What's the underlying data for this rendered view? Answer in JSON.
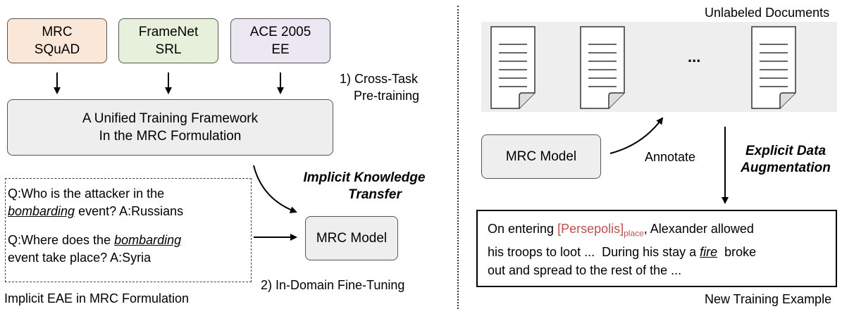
{
  "sources": [
    {
      "line1": "MRC",
      "line2": "SQuAD",
      "fill": "#fbe7d8"
    },
    {
      "line1": "FrameNet",
      "line2": "SRL",
      "fill": "#e6f0da"
    },
    {
      "line1": "ACE 2005",
      "line2": "EE",
      "fill": "#ece8f3"
    }
  ],
  "pretrain": {
    "line1": "1) Cross-Task",
    "line2": "Pre-training"
  },
  "unified": {
    "line1": "A Unified Training Framework",
    "line2": "In the MRC Formulation"
  },
  "implicit": {
    "line1": "Implicit Knowledge",
    "line2": "Transfer"
  },
  "qa": {
    "q1_prefix": "Q:Who is the attacker in the",
    "q1_trigger": "bombarding",
    "q1_suffix": " event? A:Russians",
    "q2_prefix": "Q:Where does the ",
    "q2_trigger": "bombarding",
    "q2_line2": "event take place? A:Syria"
  },
  "eae_caption": "Implicit EAE in MRC Formulation",
  "mrc_model_left": "MRC Model",
  "finetune": "2) In-Domain Fine-Tuning",
  "unlabeled": "Unlabeled Documents",
  "ellipsis": "...",
  "mrc_model_right": "MRC Model",
  "annotate": "Annotate",
  "explicit": {
    "line1": "Explicit Data",
    "line2": "Augmentation"
  },
  "example": {
    "pre": "On entering ",
    "entity": "[Persepolis]",
    "role": "place",
    "line1_rest": ", Alexander allowed",
    "line2_pre": "his troops to loot ...  During his stay a ",
    "trigger": "fire",
    "line2_post": "  broke",
    "line3": "out and spread to the rest of the ...",
    "entity_color": "#c0504d"
  },
  "new_example": "New Training Example"
}
